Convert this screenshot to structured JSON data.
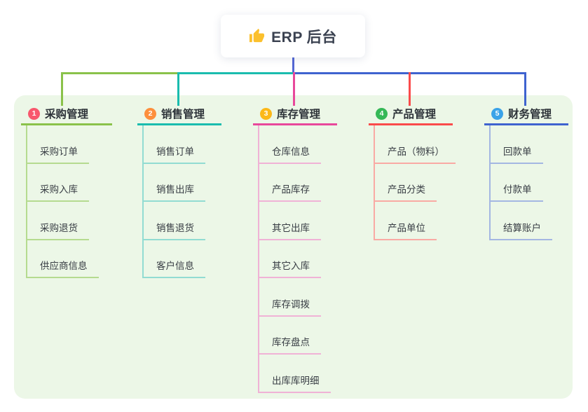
{
  "root": {
    "title": "ERP 后台",
    "icon": "thumbs-up-icon",
    "icon_color": "#fbc02d"
  },
  "colors": {
    "panel_bg": "#ecf7e7",
    "root_line": "#5568d4"
  },
  "branches": [
    {
      "badge": "1",
      "badge_color": "#f8586d",
      "title": "采购管理",
      "line_color": "#8ac24a",
      "child_line_color": "#b5db90",
      "children": [
        "采购订单",
        "采购入库",
        "采购退货",
        "供应商信息"
      ]
    },
    {
      "badge": "2",
      "badge_color": "#fd8f3d",
      "title": "销售管理",
      "line_color": "#1abcae",
      "child_line_color": "#92dcd2",
      "children": [
        "销售订单",
        "销售出库",
        "销售退货",
        "客户信息"
      ]
    },
    {
      "badge": "3",
      "badge_color": "#fcb818",
      "title": "库存管理",
      "line_color": "#e8489b",
      "child_line_color": "#f0b2d6",
      "children": [
        "仓库信息",
        "产品库存",
        "其它出库",
        "其它入库",
        "库存调拨",
        "库存盘点",
        "出库库明细"
      ]
    },
    {
      "badge": "4",
      "badge_color": "#35b857",
      "title": "产品管理",
      "line_color": "#fa4b4b",
      "child_line_color": "#f9aaa4",
      "children": [
        "产品（物料）",
        "产品分类",
        "产品单位"
      ]
    },
    {
      "badge": "5",
      "badge_color": "#3ba3e8",
      "title": "财务管理",
      "line_color": "#3f63cf",
      "child_line_color": "#a4b7e2",
      "children": [
        "回款单",
        "付款单",
        "结算账户"
      ]
    }
  ]
}
